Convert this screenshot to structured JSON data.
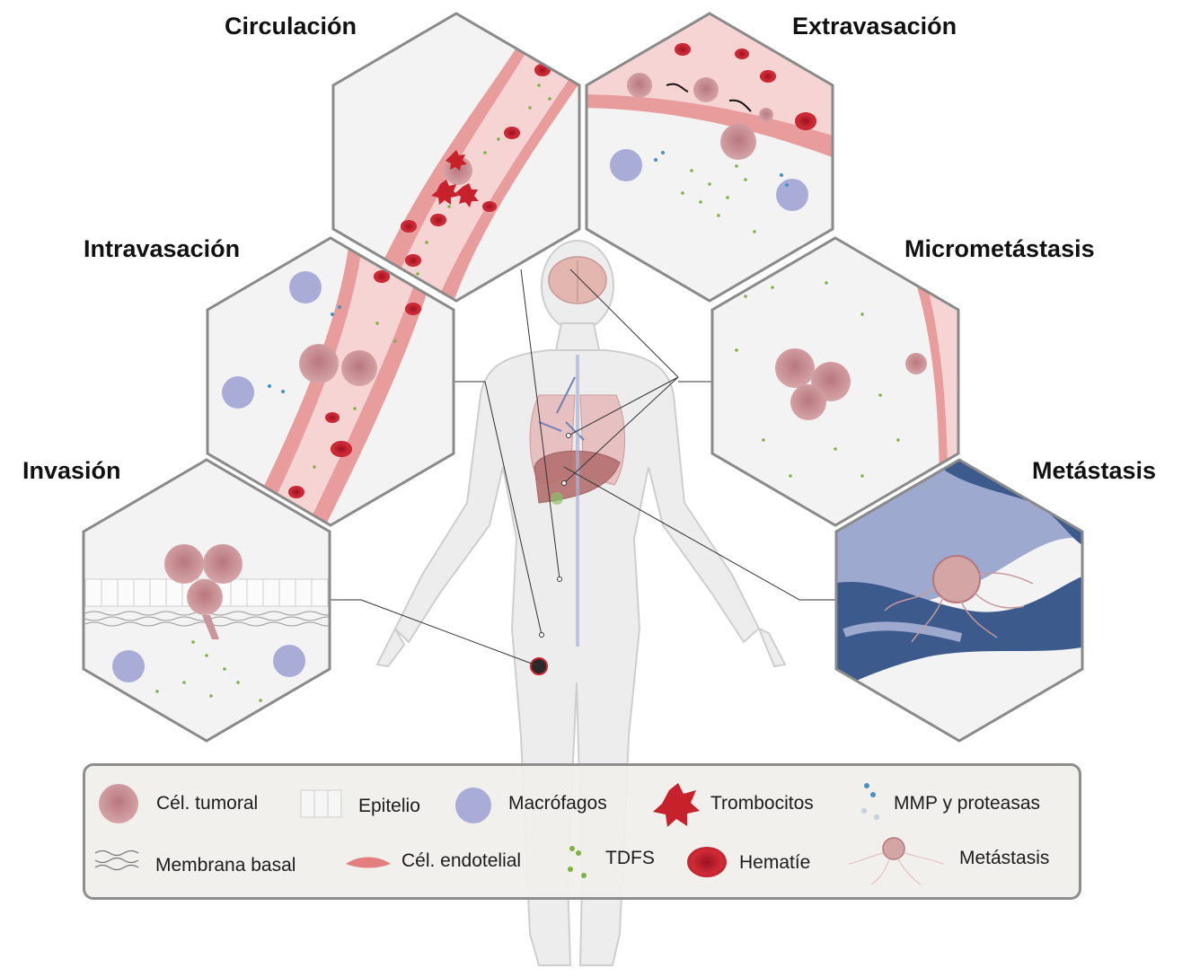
{
  "stages": {
    "circulacion": "Circulación",
    "extravasacion": "Extravasación",
    "intravasacion": "Intravasación",
    "micrometastasis": "Micrometástasis",
    "invasion": "Invasión",
    "metastasis": "Metástasis"
  },
  "legend": {
    "cel_tumoral": "Cél. tumoral",
    "epitelio": "Epitelio",
    "macrofagos": "Macrófagos",
    "trombocitos": "Trombocitos",
    "mmp": "MMP y proteasas",
    "membrana": "Membrana basal",
    "endotelial": "Cél. endotelial",
    "tdfs": "TDFS",
    "hematie": "Hematíe",
    "metastasis": "Metástasis"
  },
  "colors": {
    "tumor": "#c9959a",
    "vessel": "#e9a6a6",
    "rbc": "#c7212b",
    "macrophage": "#a9acd6",
    "tdfs": "#7cb342",
    "mmp": "#4a90c8",
    "bone_dark": "#3c5a8c",
    "bone_light": "#9ea9cf",
    "hex_border": "#8a8a8a"
  }
}
